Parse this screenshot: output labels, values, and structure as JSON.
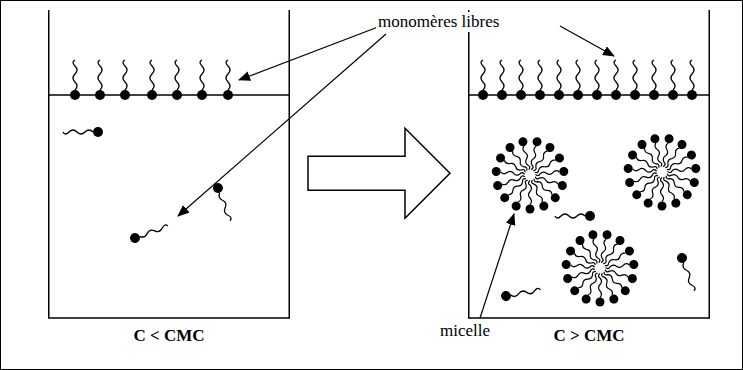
{
  "diagram": {
    "nodes": [
      {
        "text": [
          "C < CMC"
        ]
      },
      {
        "text": [
          "C > CMC"
        ]
      }
    ],
    "edges": [
      {
        "from": 0,
        "to": 1,
        "arrow": "to"
      }
    ],
    "labels": [
      "monomères libres",
      "micelle"
    ]
  }
}
